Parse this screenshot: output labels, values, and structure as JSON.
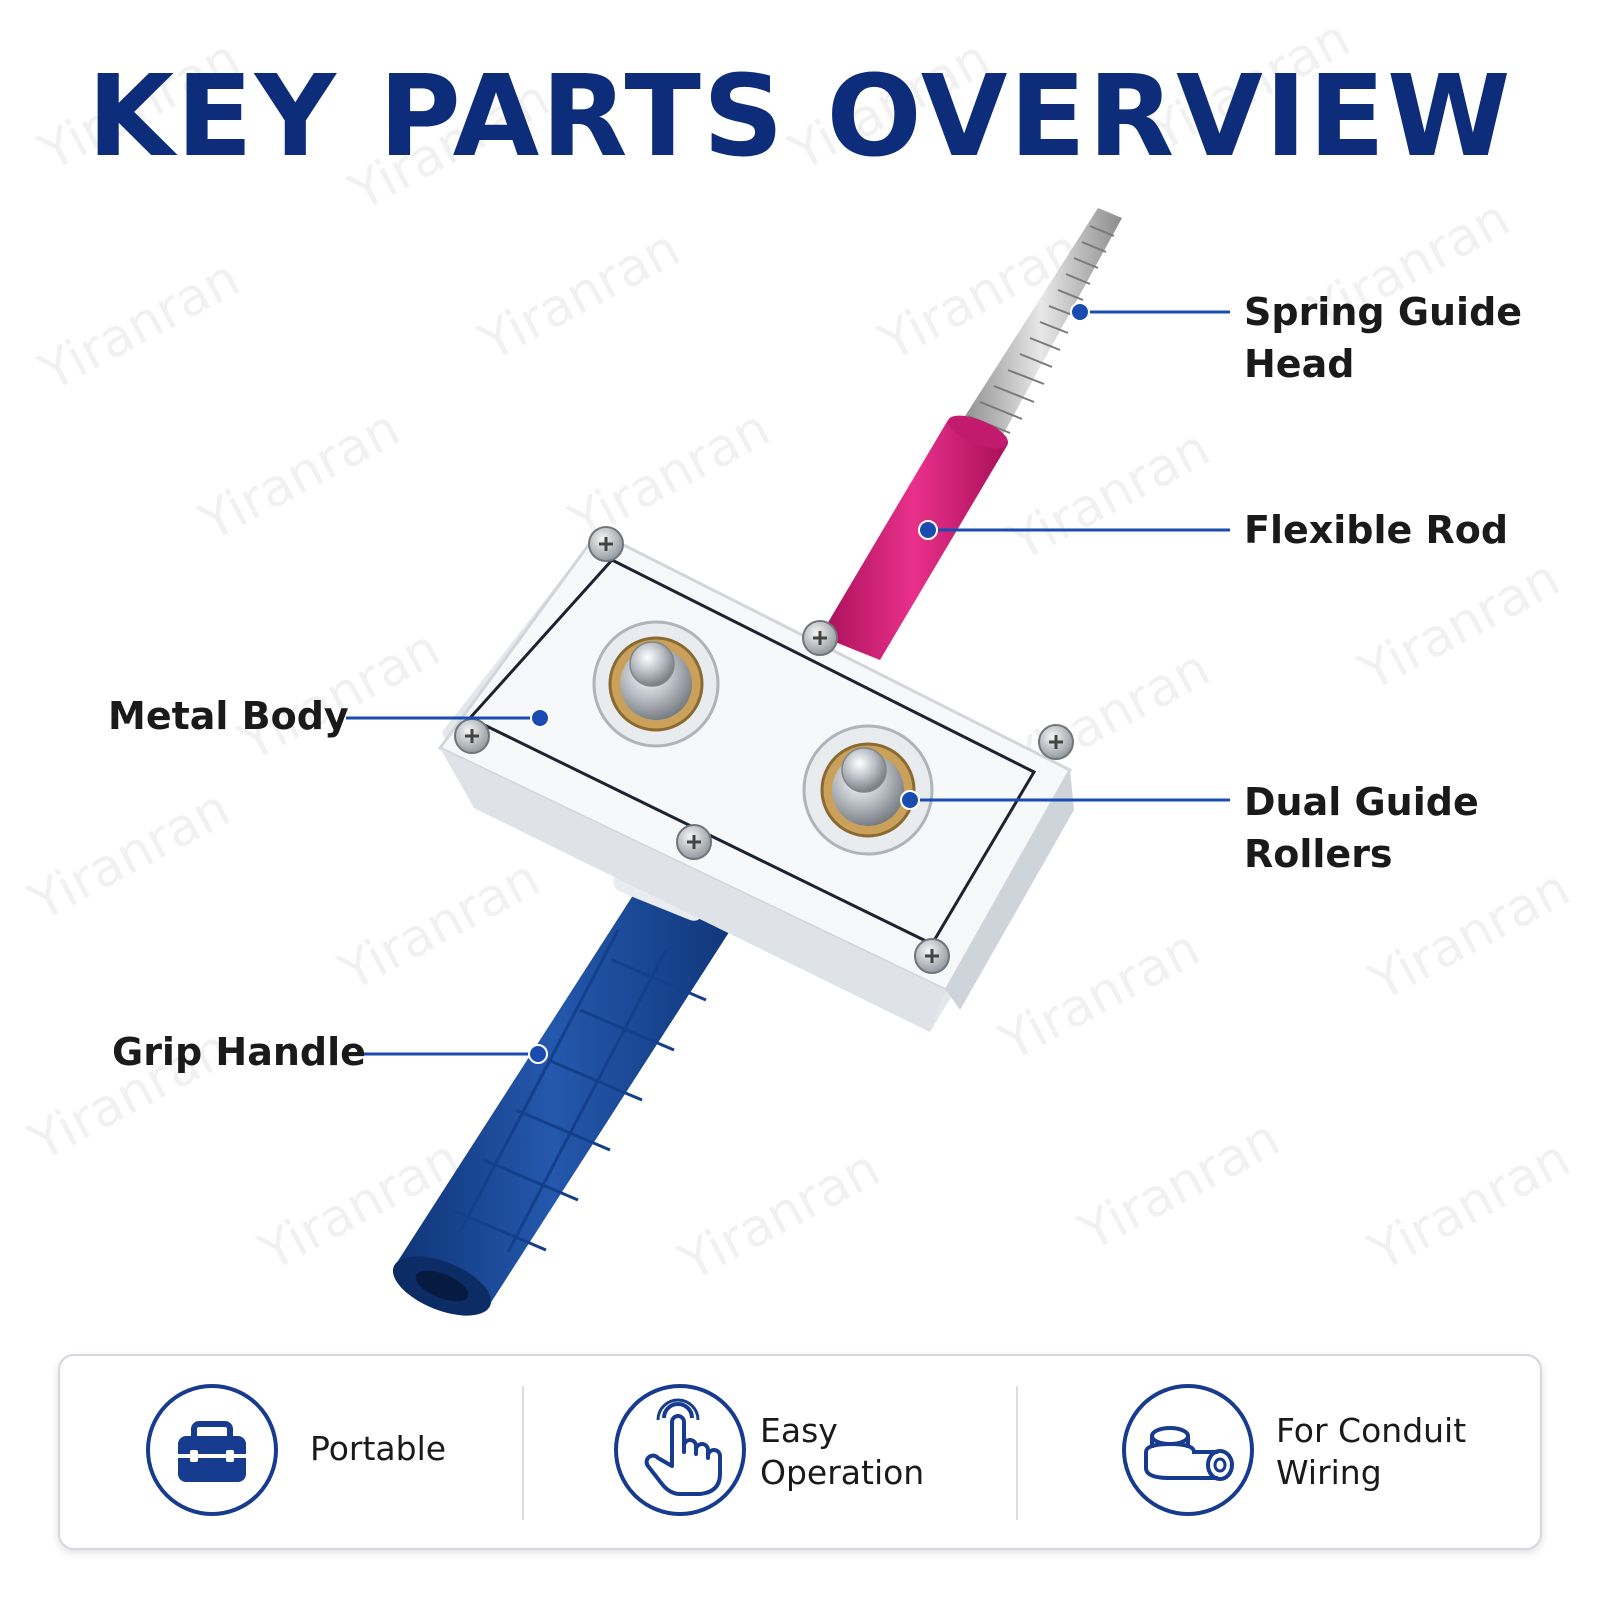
{
  "title": "KEY PARTS OVERVIEW",
  "watermark": "Yiranran",
  "accent_color": "#0d2c7a",
  "rod_color": "#d81b78",
  "grip_color": "#1f4fa0",
  "callouts": [
    {
      "label": "Spring Guide\nHead"
    },
    {
      "label": "Flexible Rod"
    },
    {
      "label": "Metal Body"
    },
    {
      "label": "Dual Guide\nRollers"
    },
    {
      "label": "Grip Handle"
    }
  ],
  "features": [
    {
      "icon": "toolbox-icon",
      "label": "Portable"
    },
    {
      "icon": "tap-hand-icon",
      "label": "Easy\nOperation"
    },
    {
      "icon": "conduit-roll-icon",
      "label": "For Conduit\nWiring"
    }
  ]
}
